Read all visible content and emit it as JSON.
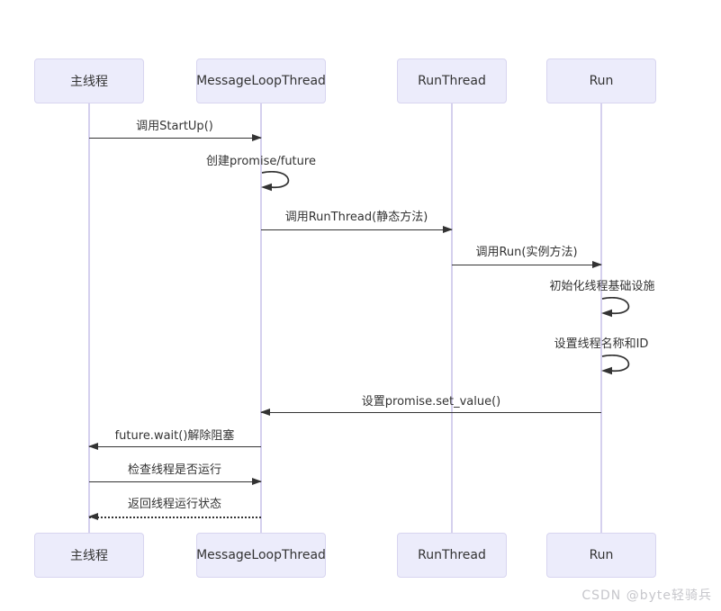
{
  "diagram": {
    "participants": [
      {
        "id": "main-thread",
        "label": "主线程"
      },
      {
        "id": "message-loop-thread",
        "label": "MessageLoopThread"
      },
      {
        "id": "run-thread",
        "label": "RunThread"
      },
      {
        "id": "run",
        "label": "Run"
      }
    ],
    "messages": [
      {
        "label": "调用StartUp()",
        "from": "主线程",
        "to": "MessageLoopThread",
        "type": "solid"
      },
      {
        "label": "创建promise/future",
        "from": "MessageLoopThread",
        "to": "MessageLoopThread",
        "type": "self"
      },
      {
        "label": "调用RunThread(静态方法)",
        "from": "MessageLoopThread",
        "to": "RunThread",
        "type": "solid"
      },
      {
        "label": "调用Run(实例方法)",
        "from": "RunThread",
        "to": "Run",
        "type": "solid"
      },
      {
        "label": "初始化线程基础设施",
        "from": "Run",
        "to": "Run",
        "type": "self"
      },
      {
        "label": "设置线程名称和ID",
        "from": "Run",
        "to": "Run",
        "type": "self"
      },
      {
        "label": "设置promise.set_value()",
        "from": "Run",
        "to": "MessageLoopThread",
        "type": "solid"
      },
      {
        "label": "future.wait()解除阻塞",
        "from": "MessageLoopThread",
        "to": "主线程",
        "type": "solid"
      },
      {
        "label": "检查线程是否运行",
        "from": "主线程",
        "to": "MessageLoopThread",
        "type": "solid"
      },
      {
        "label": "返回线程运行状态",
        "from": "MessageLoopThread",
        "to": "主线程",
        "type": "dotted"
      }
    ],
    "colors": {
      "actor_fill": "#ececfb",
      "actor_border": "#d8d5f0",
      "lifeline": "#d5d0ee",
      "arrow": "#333333",
      "text": "#333333",
      "watermark": "#c6c6cb"
    }
  },
  "watermark": "CSDN @byte轻骑兵"
}
